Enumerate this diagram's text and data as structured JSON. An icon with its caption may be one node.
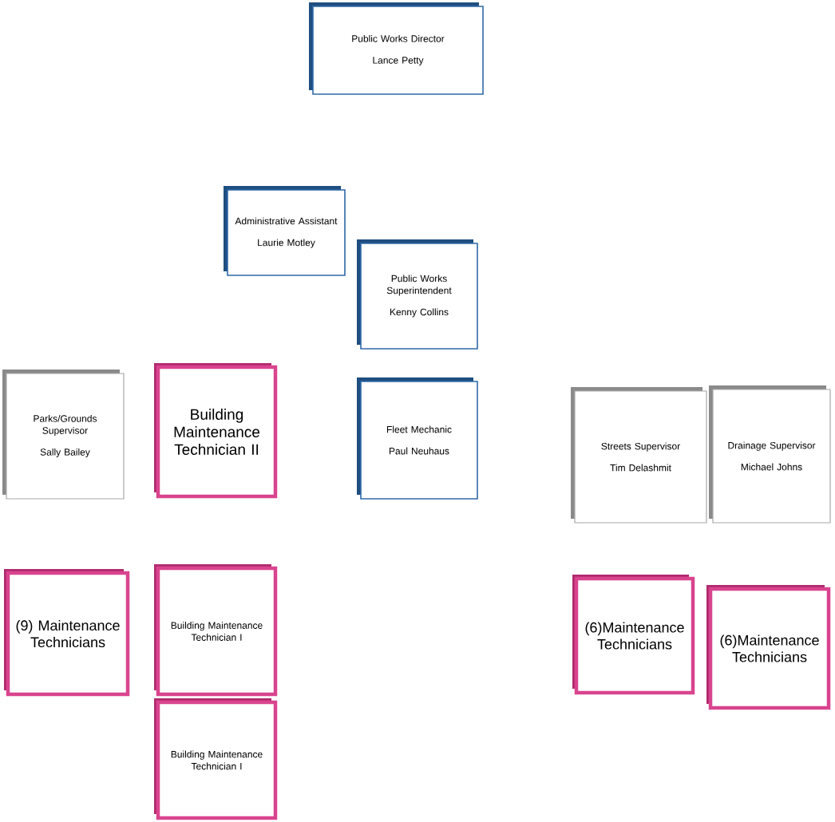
{
  "diagram": {
    "nodes": [
      {
        "text": [
          "Public Works Director",
          "Lance Petty"
        ]
      },
      {
        "text": [
          "Administrative Assistant",
          "Laurie Motley"
        ]
      },
      {
        "text": [
          "Public Works Superintendent",
          "Kenny Collins"
        ]
      },
      {
        "text": [
          "Parks/Grounds Supervisor",
          "Sally Bailey"
        ]
      },
      {
        "text": [
          "Building Maintenance Technician II"
        ]
      },
      {
        "text": [
          "Fleet Mechanic",
          "Paul Neuhaus"
        ]
      },
      {
        "text": [
          "Streets Supervisor",
          "Tim Delashmit"
        ]
      },
      {
        "text": [
          "Drainage Supervisor",
          "Michael Johns"
        ]
      },
      {
        "text": [
          "(9) Maintenance Technicians"
        ]
      },
      {
        "text": [
          "Building Maintenance Technician I"
        ]
      },
      {
        "text": [
          "(6)Maintenance Technicians"
        ]
      },
      {
        "text": [
          "(6)Maintenance Technicians"
        ]
      },
      {
        "text": [
          "Building Maintenance Technician I"
        ]
      }
    ]
  }
}
